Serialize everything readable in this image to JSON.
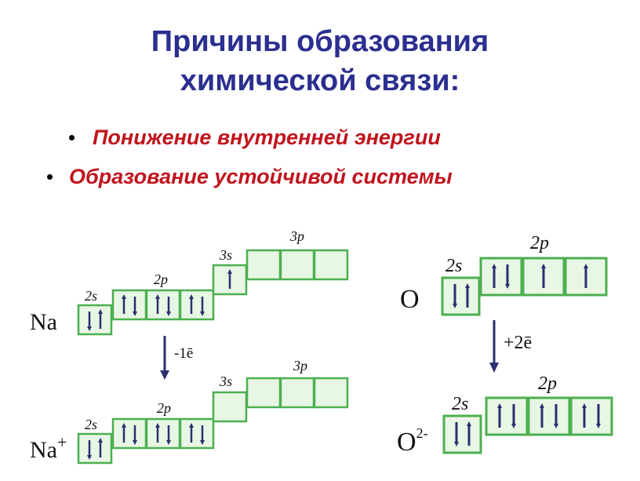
{
  "title": {
    "line1": "Причины образования",
    "line2": "химической связи:"
  },
  "bullets": [
    "Понижение внутренней энергии",
    "Образование устойчивой системы"
  ],
  "colors": {
    "title": "#2b2f8f",
    "bullet_text": "#c0141d",
    "cell_border": "#4caf50",
    "cell_fill": "#e8f6e4",
    "electron_arrow": "#2b2f6f",
    "transition_arrow": "#2b2f6f"
  },
  "diagram": {
    "na": {
      "label": "Na",
      "labels": {
        "s2": "2s",
        "p2": "2p",
        "s3": "3s",
        "p3": "3p"
      },
      "transition": "-1ē"
    },
    "na_ion": {
      "label": "Na",
      "charge": "+",
      "labels": {
        "s2": "2s",
        "p2": "2p",
        "s3": "3s",
        "p3": "3p"
      }
    },
    "o": {
      "label": "O",
      "labels": {
        "s2": "2s",
        "p2": "2p"
      },
      "transition": "+2ē"
    },
    "o_ion": {
      "label": "O",
      "charge": "2-",
      "labels": {
        "s2": "2s",
        "p2": "2p"
      }
    }
  }
}
